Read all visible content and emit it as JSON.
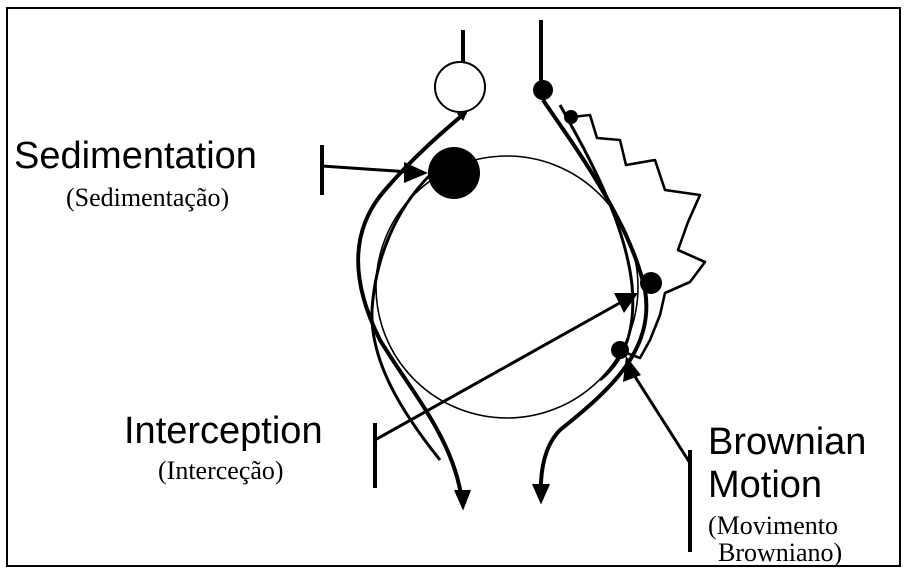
{
  "labels": {
    "sedimentation": "Sedimentation",
    "sedimentation_pt": "(Sedimentação)",
    "interception": "Interception",
    "interception_pt": "(Interceção)",
    "brownian_line1": "Brownian",
    "brownian_line2": "Motion",
    "brownian_pt_line1": "(Movimento",
    "brownian_pt_line2": "Browniano)"
  },
  "colors": {
    "ink": "#000000",
    "border": "#000000",
    "background": "#ffffff"
  }
}
